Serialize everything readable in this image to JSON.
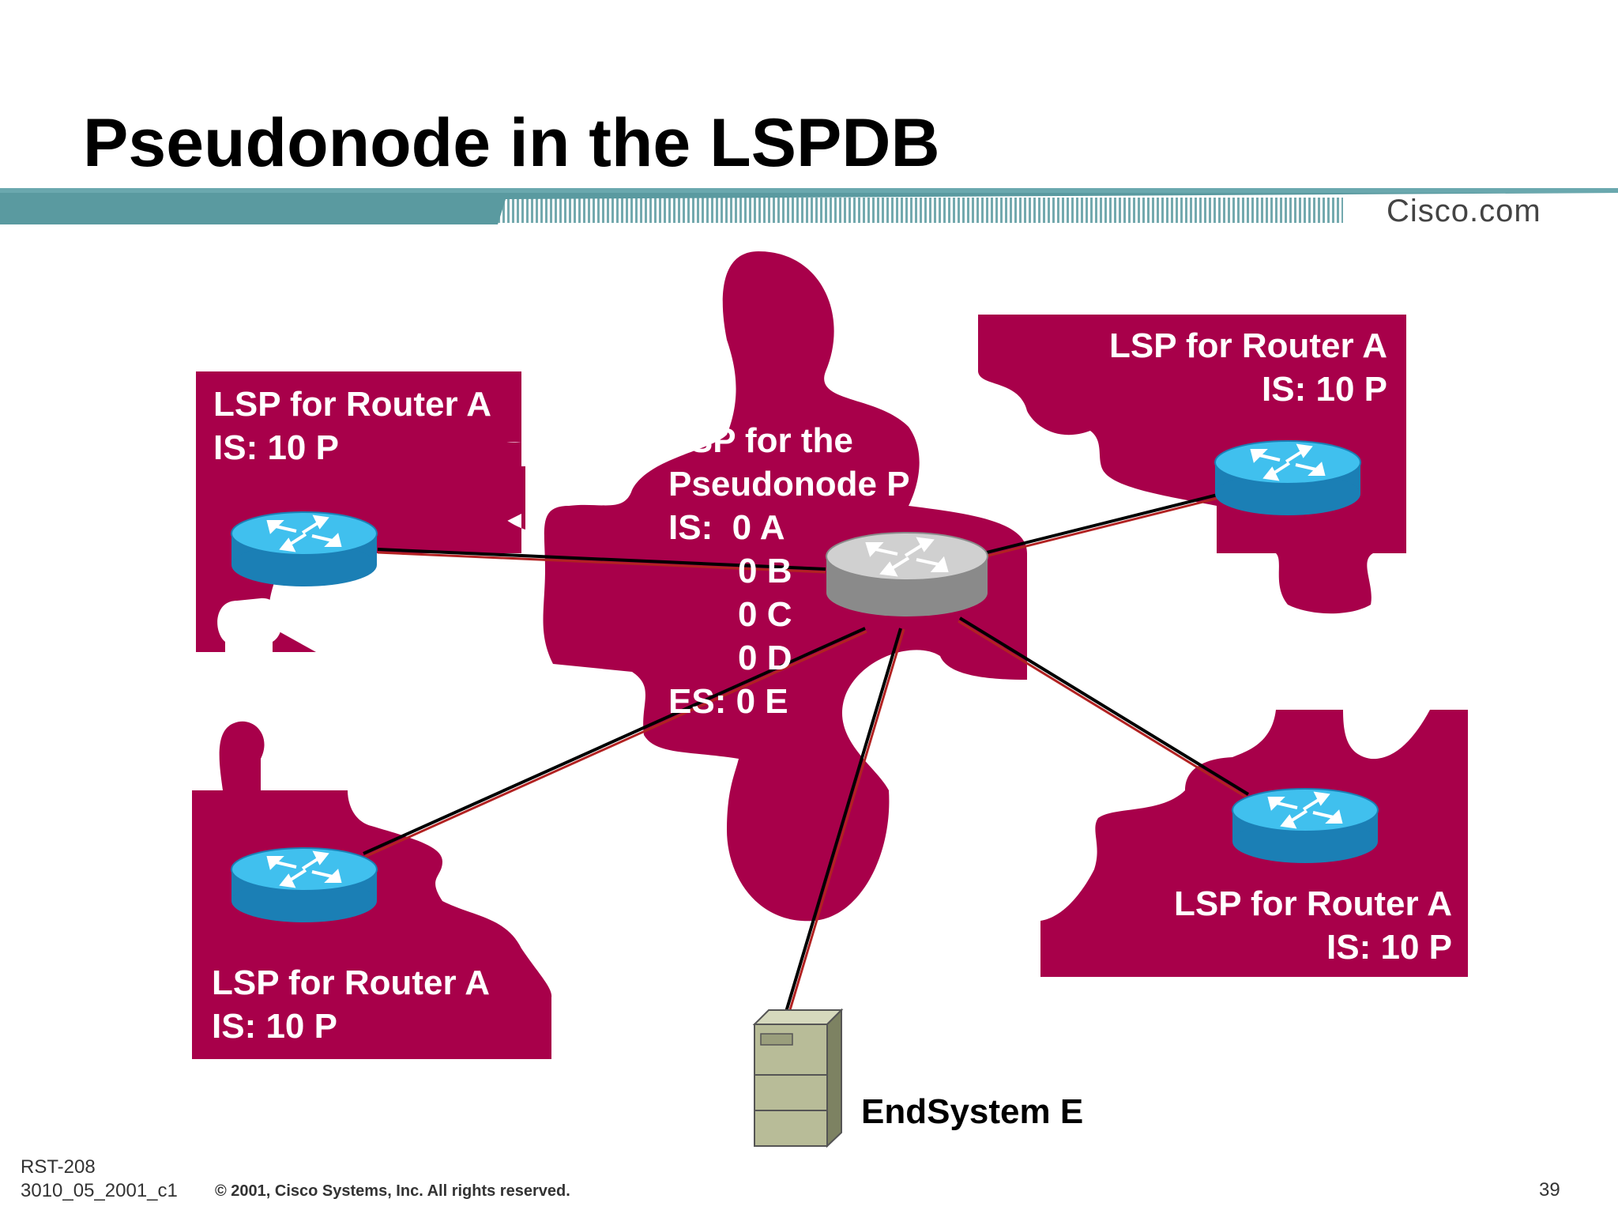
{
  "title": "Pseudonode in the LSPDB",
  "brand": "Cisco.com",
  "colors": {
    "puzzle": "#a8004a",
    "router_blue": "#2fa9e2",
    "router_gray": "#b8b8b8",
    "link_red": "#b22222",
    "header_bar": "#5a9aa0"
  },
  "pieces": {
    "top_left": {
      "line1": "LSP for Router A",
      "line2": "IS: 10 P"
    },
    "top_right": {
      "line1": "LSP for Router A",
      "line2": "IS: 10 P"
    },
    "bottom_left": {
      "line1": "LSP for Router A",
      "line2": "IS: 10 P"
    },
    "bottom_right": {
      "line1": "LSP for Router A",
      "line2": "IS: 10 P"
    },
    "center": {
      "line1": "LSP for the",
      "line2": "Pseudonode P",
      "line3": "IS:  0 A",
      "line4": "0 B",
      "line5": "0 C",
      "line6": "0 D",
      "line7": "ES: 0 E"
    }
  },
  "endsystem_label": "EndSystem E",
  "footer": {
    "course": "RST-208",
    "code": "3010_05_2001_c1",
    "copyright": "© 2001, Cisco Systems, Inc. All rights reserved.",
    "page": "39"
  },
  "icons": [
    "router-icon",
    "pseudonode-router-icon",
    "server-icon"
  ]
}
